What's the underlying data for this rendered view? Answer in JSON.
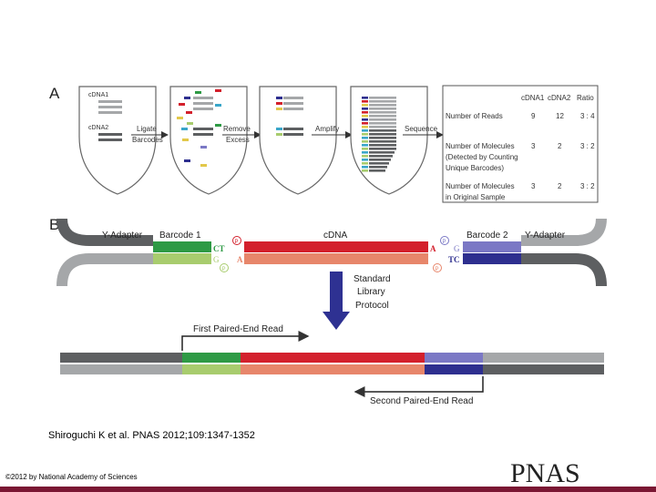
{
  "panel_a": {
    "label": "A",
    "tube1": {
      "cdna1_label": "cDNA1",
      "cdna2_label": "cDNA2"
    },
    "steps": [
      {
        "line1": "Ligate",
        "line2": "Barcodes"
      },
      {
        "line1": "Remove",
        "line2": "Excess"
      },
      {
        "line1": "Amplify",
        "line2": ""
      },
      {
        "line1": "Sequence",
        "line2": ""
      }
    ],
    "table": {
      "headers": [
        "cDNA1",
        "cDNA2",
        "Ratio"
      ],
      "rows": [
        {
          "label_lines": [
            "Number of Reads"
          ],
          "cdna1": "9",
          "cdna2": "12",
          "ratio": "3 : 4"
        },
        {
          "label_lines": [
            "Number of Molecules",
            "(Detected by Counting",
            "Unique Barcodes)"
          ],
          "cdna1": "3",
          "cdna2": "2",
          "ratio": "3 : 2"
        },
        {
          "label_lines": [
            "Number of Molecules",
            "in Original Sample"
          ],
          "cdna1": "3",
          "cdna2": "2",
          "ratio": "3 : 2"
        }
      ]
    }
  },
  "panel_b": {
    "label": "B",
    "y_adapter_left": "Y-Adapter",
    "barcode1": "Barcode 1",
    "cdna": "cDNA",
    "barcode2": "Barcode 2",
    "y_adapter_right": "Y-Adapter",
    "nt_ct": "CT",
    "nt_g_left": "G",
    "nt_a_left": "A",
    "nt_a_right": "A",
    "nt_g_right": "G",
    "nt_tc": "TC",
    "p_mark": "P",
    "protocol_lines": [
      "Standard",
      "Library",
      "Protocol"
    ],
    "first_read": "First Paired-End Read",
    "second_read": "Second Paired-End Read"
  },
  "caption": "Shiroguchi K et al. PNAS 2012;109:1347-1352",
  "copyright": "©2012 by National Academy of Sciences",
  "logo": "PNAS",
  "colors": {
    "gray_dark": "#5d5f61",
    "gray_light": "#a5a7a9",
    "green_dark": "#2e9a45",
    "green_light": "#a8cc6e",
    "red": "#d3202c",
    "salmon": "#e7866b",
    "purple_light": "#7b78c5",
    "purple_dark": "#2e2f8f",
    "arrow_blue": "#2e3192",
    "burgundy": "#7a1733"
  }
}
